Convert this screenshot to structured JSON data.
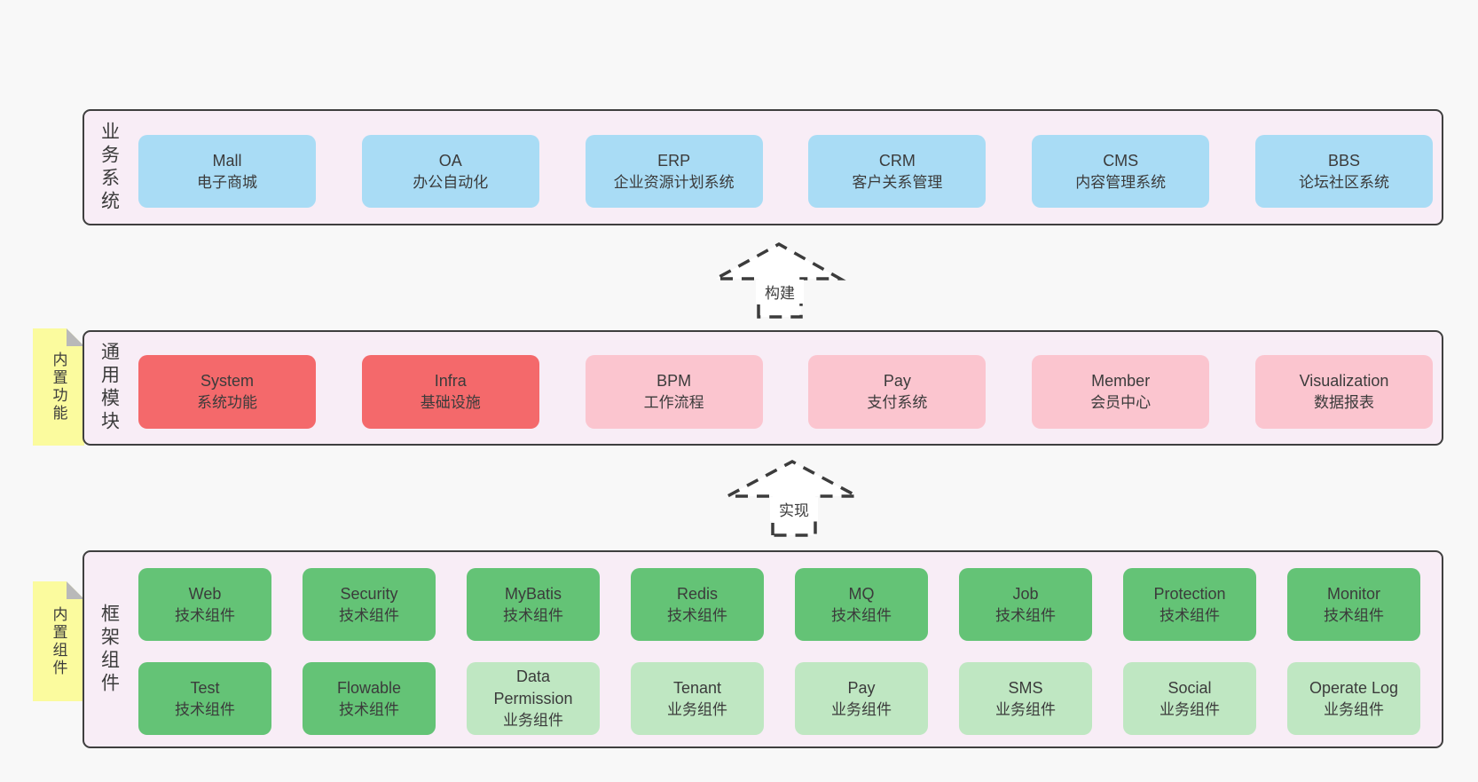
{
  "colors": {
    "bg": "#f8f8f8",
    "panel": "#f8edf6",
    "panel-border": "#3f3f3f",
    "blue": "#a9dcf5",
    "red": "#f4696b",
    "pink": "#fbc5cf",
    "green": "#64c376",
    "lightgreen": "#bfe7c2",
    "sticky": "#fbfb9e",
    "sticky-fold": "#b9b9b9",
    "text": "#3b3b3b"
  },
  "arrows": [
    {
      "label": "构建"
    },
    {
      "label": "实现"
    }
  ],
  "layers": [
    {
      "label": "业务系统",
      "rows": [
        [
          {
            "title": "Mall",
            "subtitle": "电子商城"
          },
          {
            "title": "OA",
            "subtitle": "办公自动化"
          },
          {
            "title": "ERP",
            "subtitle": "企业资源计划系统"
          },
          {
            "title": "CRM",
            "subtitle": "客户关系管理"
          },
          {
            "title": "CMS",
            "subtitle": "内容管理系统"
          },
          {
            "title": "BBS",
            "subtitle": "论坛社区系统"
          }
        ]
      ]
    },
    {
      "label": "通用模块",
      "sticky": "内置功能",
      "rows": [
        [
          {
            "title": "System",
            "subtitle": "系统功能"
          },
          {
            "title": "Infra",
            "subtitle": "基础设施"
          },
          {
            "title": "BPM",
            "subtitle": "工作流程"
          },
          {
            "title": "Pay",
            "subtitle": "支付系统"
          },
          {
            "title": "Member",
            "subtitle": "会员中心"
          },
          {
            "title": "Visualization",
            "subtitle": "数据报表"
          }
        ]
      ]
    },
    {
      "label": "框架组件",
      "sticky": "内置组件",
      "rows": [
        [
          {
            "title": "Web",
            "subtitle": "技术组件"
          },
          {
            "title": "Security",
            "subtitle": "技术组件"
          },
          {
            "title": "MyBatis",
            "subtitle": "技术组件"
          },
          {
            "title": "Redis",
            "subtitle": "技术组件"
          },
          {
            "title": "MQ",
            "subtitle": "技术组件"
          },
          {
            "title": "Job",
            "subtitle": "技术组件"
          },
          {
            "title": "Protection",
            "subtitle": "技术组件"
          },
          {
            "title": "Monitor",
            "subtitle": "技术组件"
          }
        ],
        [
          {
            "title": "Test",
            "subtitle": "技术组件"
          },
          {
            "title": "Flowable",
            "subtitle": "技术组件"
          },
          {
            "title": "Data Permission",
            "subtitle": "业务组件"
          },
          {
            "title": "Tenant",
            "subtitle": "业务组件"
          },
          {
            "title": "Pay",
            "subtitle": "业务组件"
          },
          {
            "title": "SMS",
            "subtitle": "业务组件"
          },
          {
            "title": "Social",
            "subtitle": "业务组件"
          },
          {
            "title": "Operate Log",
            "subtitle": "业务组件"
          }
        ]
      ]
    }
  ]
}
